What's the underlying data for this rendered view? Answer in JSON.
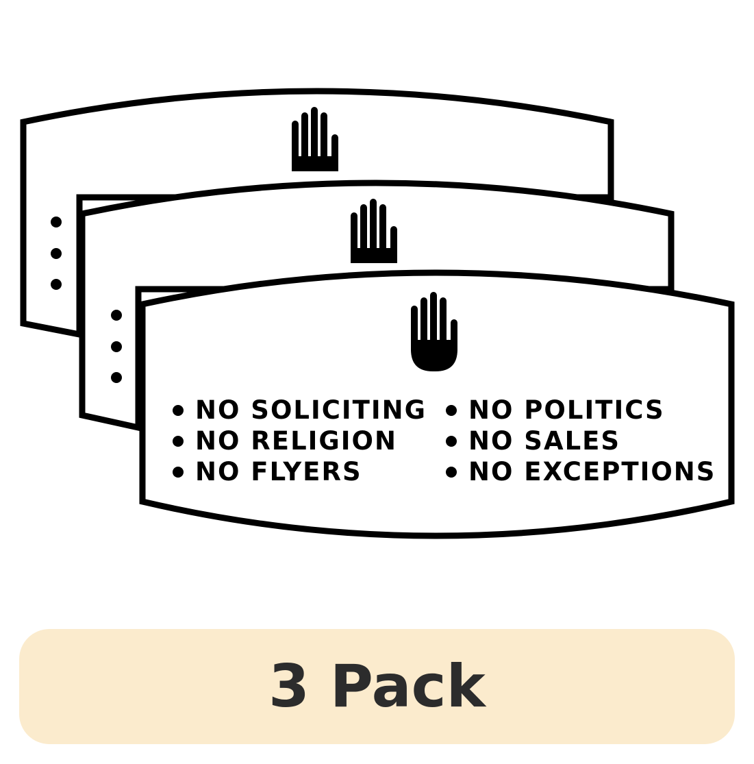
{
  "product": {
    "pack_label": "3 Pack",
    "sign_count": 3,
    "colors": {
      "ink": "#000000",
      "sign_background": "#ffffff",
      "banner_background": "#fbebcd",
      "banner_text": "#2c2c2c"
    },
    "icon": "raised-hand-icon",
    "rules_left": [
      {
        "label": "NO SOLICITING"
      },
      {
        "label": "NO RELIGION"
      },
      {
        "label": "NO FLYERS"
      }
    ],
    "rules_right": [
      {
        "label": "NO POLITICS"
      },
      {
        "label": "NO SALES"
      },
      {
        "label": "NO EXCEPTIONS"
      }
    ]
  }
}
